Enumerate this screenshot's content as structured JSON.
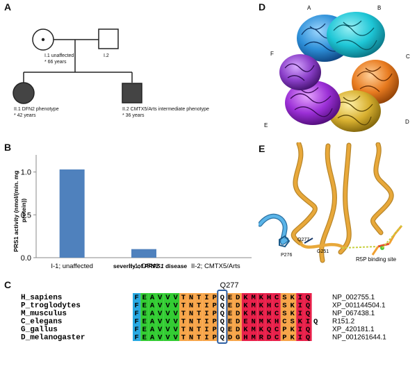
{
  "panels": {
    "a": "A",
    "b": "B",
    "c": "C",
    "d": "D",
    "e": "E"
  },
  "pedigree": {
    "i1_line1": "I.1 unaffected",
    "i1_line2": "* 66 years",
    "i2": "I.2",
    "ii1_line1": "II.1 DFN2 phenotype",
    "ii1_line2": "* 42 years",
    "ii2_line1": "II.2 CMTX5/Arts intermediate phenotype",
    "ii2_line2": "* 36 years"
  },
  "chart_data": {
    "type": "bar",
    "categories": [
      "I-1; unaffected",
      "II-1; DFN2",
      "II-2; CMTX5/Arts"
    ],
    "values": [
      1.03,
      0.1,
      0.0
    ],
    "ylabel": "PRS1 activity (nmol/(min. mg protein))",
    "ylabel_line1": "PRS1 activity (nmol/(min. mg",
    "ylabel_line2": "protein))",
    "xlabel_prefix": "severity of ",
    "xlabel_gene": "PRPS1",
    "xlabel_suffix": " disease",
    "ylim": [
      0,
      1.2
    ],
    "yticks": [
      0.0,
      0.5,
      1.0
    ],
    "ytick_labels": [
      "0.0",
      "0.5",
      "1.0"
    ],
    "grid": false,
    "bar_color": "#4f81bd"
  },
  "structure_d": {
    "labels": [
      "A",
      "B",
      "C",
      "D",
      "E",
      "F"
    ]
  },
  "structure_e": {
    "q277": "Q277",
    "p276": "P276",
    "g251": "G251",
    "r5p": "R5P binding site"
  },
  "alignment": {
    "marker": "Q277",
    "species": [
      "H_sapiens",
      "P_troglodytes",
      "M_musculus",
      "C_elegans",
      "G_gallus",
      "D_melanogaster"
    ],
    "accessions": [
      "NP_002755.1",
      "XP_001144504.1",
      "NP_067438.1",
      "R151.2",
      "XP_420181.1",
      "NP_001261644.1"
    ],
    "sequences": [
      "FEAVVVTNTIPQEDKMKHCSKIQ",
      "FEAVVVTNTIPQEDKMKHCSKIQ",
      "FEAVVVTNTIPQEDKMKHCSKIQ",
      "FEAVVVTNTIPQEDENMKHCSKIQ",
      "FEAVVVTNTIPQEDKMKQCPKIQ",
      "FEAVVVTNTIPQDGHMRDCPKIQ"
    ],
    "colors": {
      "blue": "#29a9e1",
      "green": "#33cc33",
      "orange": "#f7a54a",
      "red": "#e8204a",
      "box": "#2e5fa3"
    }
  }
}
